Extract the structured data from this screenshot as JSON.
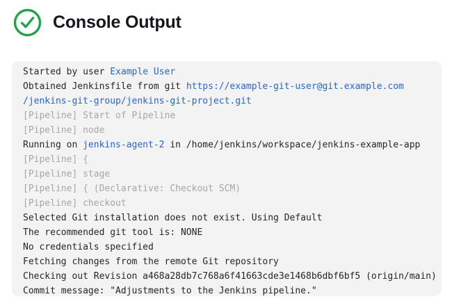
{
  "header": {
    "title": "Console Output",
    "status_icon": "success-check-icon",
    "status_color": "#23A24C"
  },
  "colors": {
    "console_background": "#f3f3f3",
    "console_text": "#262626",
    "console_muted": "#a6a6a6",
    "console_link": "#2a66c5",
    "title_text": "#14181f"
  },
  "console": {
    "lines": [
      {
        "segments": [
          {
            "text": "Started by user ",
            "kind": "plain"
          },
          {
            "text": "Example User",
            "kind": "link"
          }
        ]
      },
      {
        "segments": [
          {
            "text": "Obtained Jenkinsfile from git ",
            "kind": "plain"
          },
          {
            "text": "https://example-git-user@git.example.com",
            "kind": "link"
          }
        ]
      },
      {
        "segments": [
          {
            "text": "/jenkins-git-group/jenkins-git-project.git",
            "kind": "link"
          }
        ]
      },
      {
        "segments": [
          {
            "text": "[Pipeline] Start of Pipeline",
            "kind": "muted"
          }
        ]
      },
      {
        "segments": [
          {
            "text": "[Pipeline] node",
            "kind": "muted"
          }
        ]
      },
      {
        "segments": [
          {
            "text": "Running on ",
            "kind": "plain"
          },
          {
            "text": "jenkins-agent-2",
            "kind": "link"
          },
          {
            "text": " in /home/jenkins/workspace/jenkins-example-app",
            "kind": "plain"
          }
        ]
      },
      {
        "segments": [
          {
            "text": "[Pipeline] {",
            "kind": "muted"
          }
        ]
      },
      {
        "segments": [
          {
            "text": "[Pipeline] stage",
            "kind": "muted"
          }
        ]
      },
      {
        "segments": [
          {
            "text": "[Pipeline] { (Declarative: Checkout SCM)",
            "kind": "muted"
          }
        ]
      },
      {
        "segments": [
          {
            "text": "[Pipeline] checkout",
            "kind": "muted"
          }
        ]
      },
      {
        "segments": [
          {
            "text": "Selected Git installation does not exist. Using Default",
            "kind": "plain"
          }
        ]
      },
      {
        "segments": [
          {
            "text": "The recommended git tool is: NONE",
            "kind": "plain"
          }
        ]
      },
      {
        "segments": [
          {
            "text": "No credentials specified",
            "kind": "plain"
          }
        ]
      },
      {
        "segments": [
          {
            "text": "Fetching changes from the remote Git repository",
            "kind": "plain"
          }
        ]
      },
      {
        "segments": [
          {
            "text": "Checking out Revision a468a28db7c768a6f41663cde3e1468b6dbf6bf5 (origin/main)",
            "kind": "plain"
          }
        ]
      },
      {
        "segments": [
          {
            "text": "Commit message: \"Adjustments to the Jenkins pipeline.\"",
            "kind": "plain"
          }
        ]
      }
    ]
  }
}
